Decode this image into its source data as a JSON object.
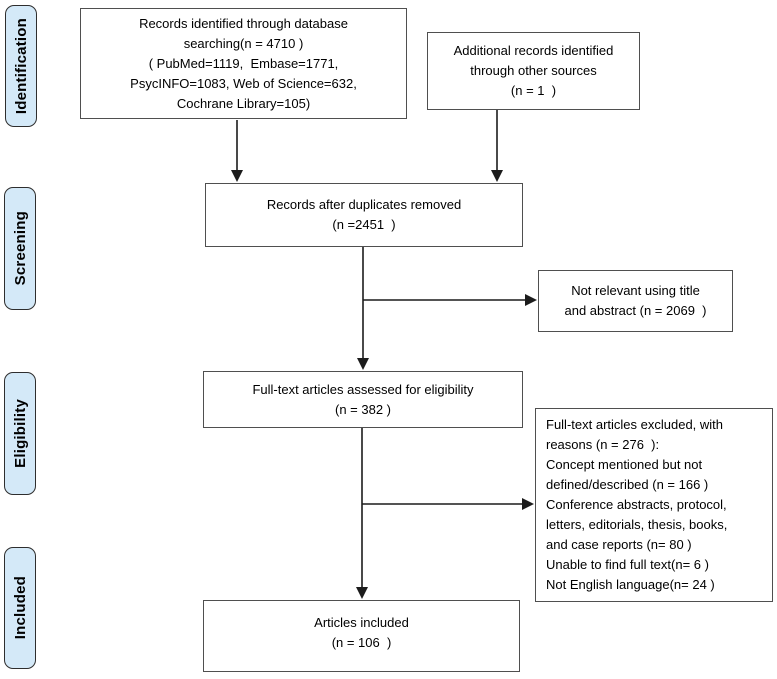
{
  "stages": {
    "identification": "Identification",
    "screening": "Screening",
    "eligibility": "Eligibility",
    "included": "Included"
  },
  "boxes": {
    "identified": {
      "lines": [
        "Records identified through database",
        "searching(n = 4710 )",
        "( PubMed=1119,  Embase=1771,",
        "PsycINFO=1083, Web of Science=632,",
        "Cochrane Library=105)"
      ]
    },
    "additional": {
      "lines": [
        "Additional records identified",
        "through other sources",
        "(n = 1  )"
      ]
    },
    "duplicates": {
      "lines": [
        "Records after duplicates removed",
        "(n =2451  )"
      ]
    },
    "not_relevant": {
      "lines": [
        "Not relevant using title",
        "and abstract (n = 2069  )"
      ]
    },
    "fulltext": {
      "lines": [
        "Full-text articles assessed for eligibility",
        "(n = 382 )"
      ]
    },
    "excluded": {
      "lines": [
        "Full-text articles excluded, with",
        "reasons (n = 276  ):",
        "Concept mentioned but not",
        "defined/described (n = 166 )",
        "Conference abstracts, protocol,",
        "letters, editorials, thesis, books,",
        "and case reports (n= 80 )",
        "Unable to find full text(n= 6 )",
        "Not English language(n= 24 )"
      ]
    },
    "included_articles": {
      "lines": [
        "Articles included",
        "(n = 106  )"
      ]
    }
  },
  "colors": {
    "stage_fill": "#d4e9f8",
    "stage_border": "#2e2e2e",
    "box_border": "#4f4f4f",
    "arrow": "#1c1c1c",
    "text": "#000000",
    "background": "#ffffff"
  }
}
